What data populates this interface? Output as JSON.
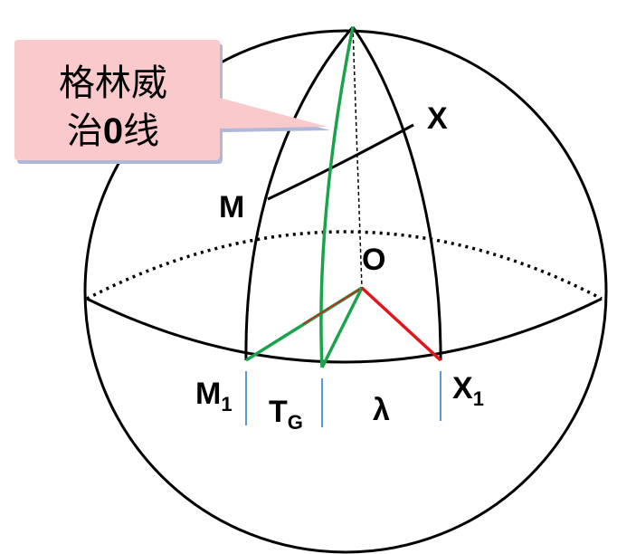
{
  "callout": {
    "line1": "格林威",
    "line2_prefix": "治",
    "line2_bold": "0",
    "line2_suffix": "线",
    "fill_color": "#f9c9cb"
  },
  "labels": {
    "X": "X",
    "M": "M",
    "O": "O",
    "M1_main": "M",
    "M1_sub": "1",
    "TG_main": "T",
    "TG_sub": "G",
    "lambda": "λ",
    "X1_main": "X",
    "X1_sub": "1"
  },
  "colors": {
    "greenwich_meridian": "#1aa34a",
    "angle_lambda_ray": "#e3141b",
    "tick_marks": "#5b9bd5",
    "outline": "#000000"
  }
}
